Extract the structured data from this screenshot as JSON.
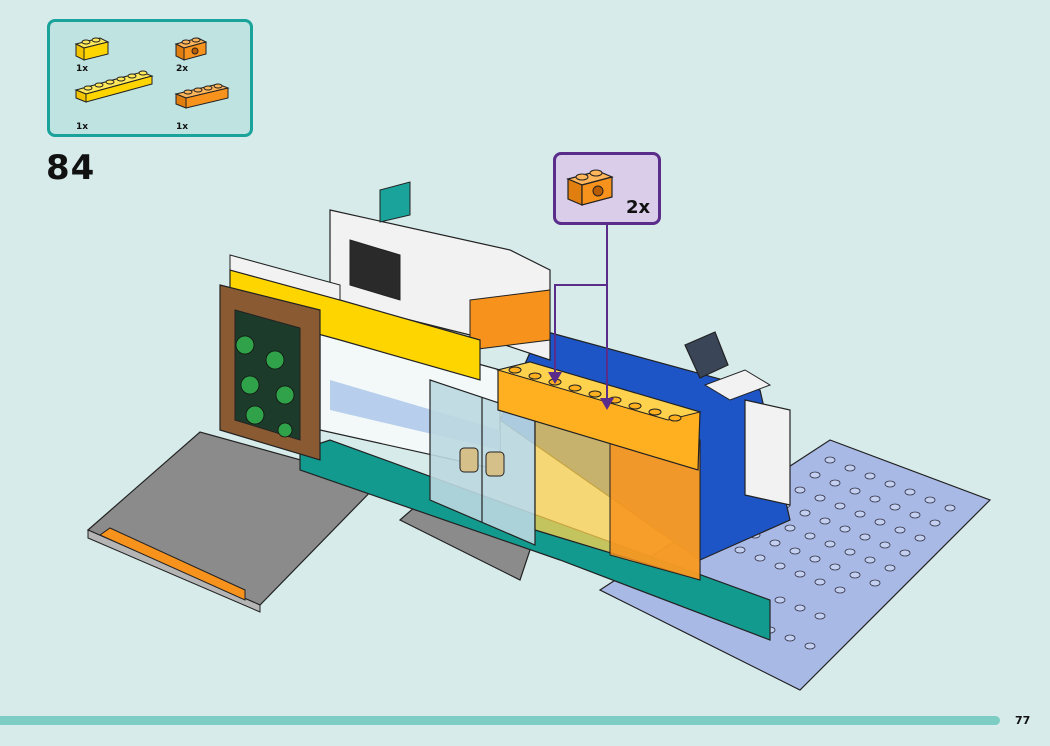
{
  "parts": [
    {
      "name": "yellow-brick-1x2",
      "qty": "1x",
      "color": "#ffd500"
    },
    {
      "name": "orange-brick-1x2-with-hole",
      "qty": "2x",
      "color": "#f7931d"
    },
    {
      "name": "yellow-brick-1x6",
      "qty": "1x",
      "color": "#ffd500"
    },
    {
      "name": "orange-brick-1x4",
      "qty": "1x",
      "color": "#f7931d"
    }
  ],
  "step_number": "84",
  "callout": {
    "qty": "2x",
    "part": "orange-brick-1x2-with-hole"
  },
  "page_number": "77",
  "colors": {
    "background": "#d6ebea",
    "parts_border": "#1aa39b",
    "callout_border": "#5b2d8a",
    "callout_fill": "#d9cdea",
    "arrow": "#5b2d8a",
    "page_bar": "#7dcdc5"
  }
}
